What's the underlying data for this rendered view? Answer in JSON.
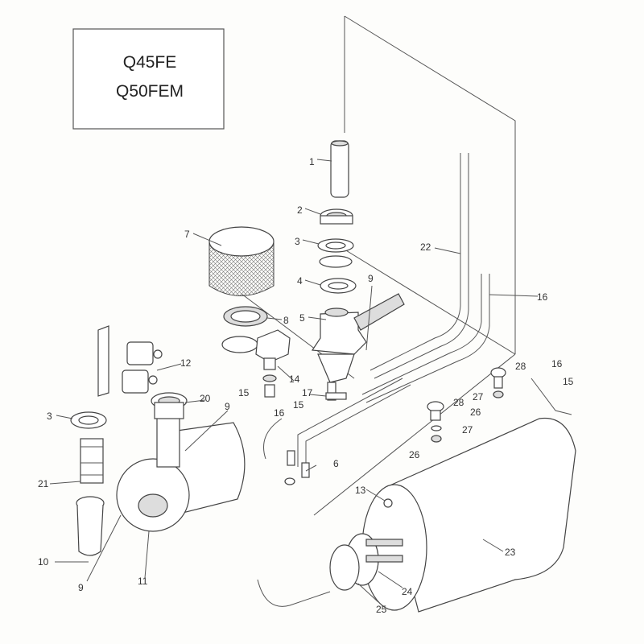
{
  "title_box": {
    "line1": "Q45FE",
    "line2": "Q50FEM"
  },
  "part_labels": [
    "1",
    "2",
    "3",
    "4",
    "5",
    "6",
    "7",
    "8",
    "9",
    "9",
    "9",
    "3",
    "10",
    "11",
    "12",
    "14",
    "15",
    "15",
    "16",
    "16",
    "16",
    "15",
    "17",
    "20",
    "21",
    "22",
    "23",
    "24",
    "25",
    "26",
    "26",
    "27",
    "27",
    "28",
    "28",
    "13"
  ]
}
